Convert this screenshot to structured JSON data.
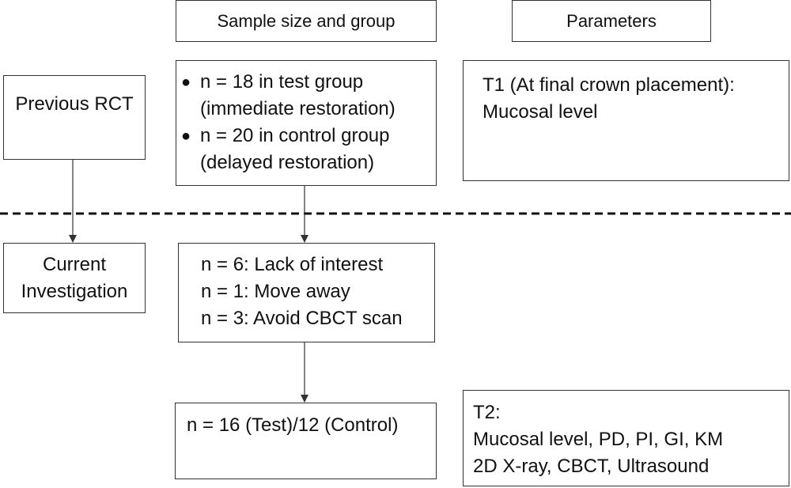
{
  "headers": {
    "sample": "Sample size and group",
    "parameters": "Parameters"
  },
  "previous_rct": {
    "label": "Previous RCT"
  },
  "current_investigation": {
    "line1": "Current",
    "line2": "Investigation"
  },
  "groups": {
    "items": [
      {
        "line1": "n = 18 in test group",
        "line2": "(immediate restoration)"
      },
      {
        "line1": "n = 20 in control group",
        "line2": "(delayed restoration)"
      }
    ]
  },
  "t1": {
    "line1": "T1 (At final crown placement):",
    "line2": "Mucosal level"
  },
  "dropouts": {
    "items": [
      "n = 6: Lack of interest",
      "n = 1: Move away",
      "n = 3: Avoid CBCT scan"
    ]
  },
  "final_sample": {
    "label": "n = 16 (Test)/12 (Control)"
  },
  "t2": {
    "line1": "T2:",
    "line2": "Mucosal level, PD, PI, GI, KM",
    "line3": "2D X-ray, CBCT, Ultrasound"
  }
}
